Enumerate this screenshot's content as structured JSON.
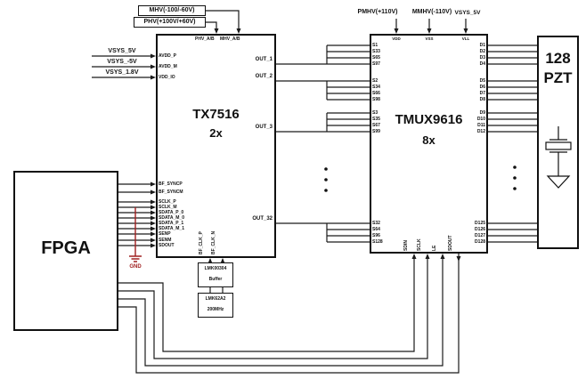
{
  "tx_supply": {
    "mhv_label": "MHV(-100/-60V)",
    "phv_label": "PHV(+100V/+60V)",
    "pin_phv": "PHV_A/B",
    "pin_mhv": "MHV_A/B"
  },
  "left_rails": {
    "rail1": "VSYS_5V",
    "rail2": "VSYS_-5V",
    "rail3": "VSYS_1.8V",
    "pin1": "AVDD_P",
    "pin2": "AVDD_M",
    "pin3": "VDD_IO"
  },
  "fpga": {
    "label": "FPGA"
  },
  "gnd": {
    "label": "GND",
    "color": "#a02020"
  },
  "tx": {
    "name": "TX7516",
    "count": "2x",
    "pins": [
      "BF_SYNCP",
      "BF_SYNCM",
      "SCLK_P",
      "SCLK_M",
      "SDATA_P_0",
      "SDATA_M_0",
      "SDATA_P_1",
      "SDATA_M_1",
      "SENP",
      "SENM",
      "SDOUT"
    ],
    "outs": [
      "OUT_1",
      "OUT_2",
      "OUT_3",
      "OUT_32"
    ],
    "clk_pins": [
      "BF_CLK_P",
      "BF_CLK_N"
    ]
  },
  "clock": {
    "buffer_part": "LMK00304",
    "buffer_role": "Buffer",
    "osc_part": "LMK62A2",
    "osc_freq": "200MHz"
  },
  "mux_supply": {
    "pmhv": "PMHV(+110V)",
    "mmhv": "MMHV(-110V)",
    "vsys": "VSYS_5V",
    "pin_vdd": "VDD",
    "pin_vss": "VSS",
    "pin_vll": "VLL"
  },
  "mux": {
    "name": "TMUX9616",
    "count": "8x",
    "s_pins": [
      "S1",
      "S33",
      "S65",
      "S97",
      "S2",
      "S34",
      "S66",
      "S98",
      "S3",
      "S35",
      "S67",
      "S99",
      "S32",
      "S64",
      "S96",
      "S128"
    ],
    "d_pins": [
      "D1",
      "D2",
      "D3",
      "D4",
      "D5",
      "D6",
      "D7",
      "D8",
      "D9",
      "D10",
      "D11",
      "D12",
      "D125",
      "D126",
      "D127",
      "D128"
    ],
    "serial_pins": [
      "SDIN",
      "SCLK",
      "LE",
      "SDOUT"
    ]
  },
  "pzt": {
    "line1": "128",
    "line2": "PZT"
  },
  "colors": {
    "wire": "#1a1a1a",
    "gnd": "#a02020"
  }
}
